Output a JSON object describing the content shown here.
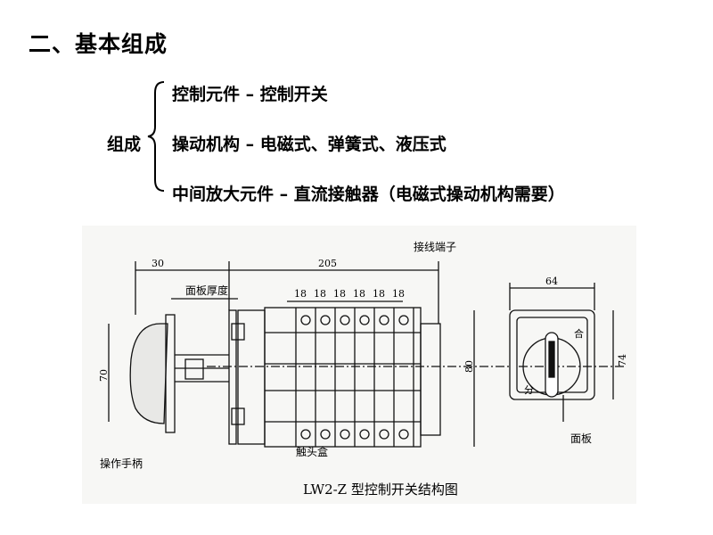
{
  "heading": "二、基本组成",
  "composition": {
    "group_label": "组成",
    "items": [
      "控制元件 – 控制开关",
      "操动机构 – 电磁式、弹簧式、液压式",
      "中间放大元件 – 直流接触器（电磁式操动机构需要）"
    ]
  },
  "figure": {
    "caption": "LW2-Z 型控制开关结构图",
    "labels": {
      "terminal": "接线端子",
      "panel_thickness": "面板厚度",
      "contact_box": "触头盒",
      "handle": "操作手柄",
      "panel": "面板",
      "on": "合",
      "off": "分"
    },
    "dimensions": {
      "d30": "30",
      "d205": "205",
      "d18": "18",
      "d64": "64",
      "d70": "70",
      "d80": "80",
      "d74": "74"
    }
  }
}
